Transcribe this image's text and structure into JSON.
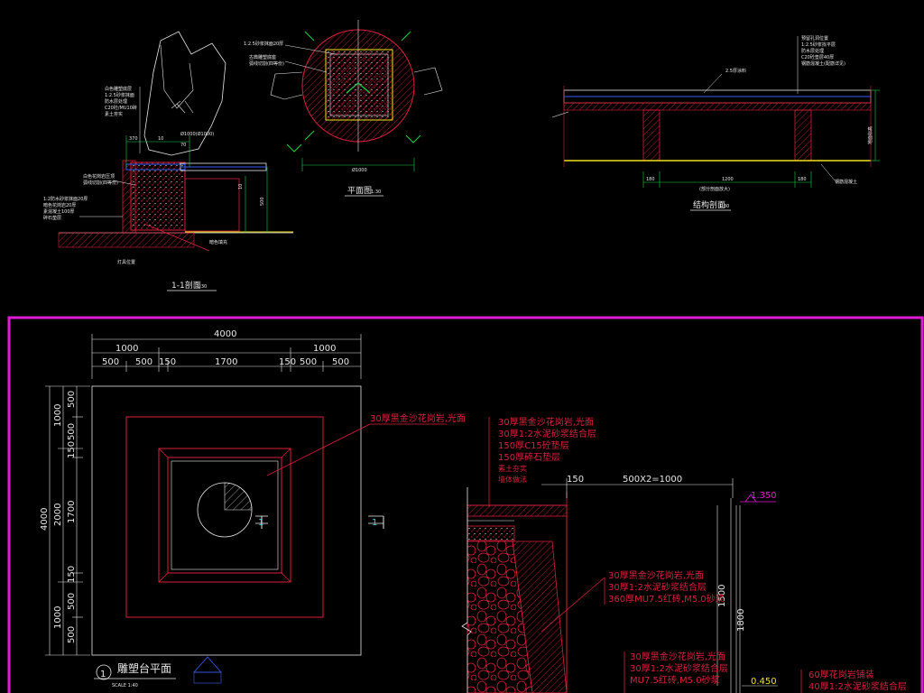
{
  "colors": {
    "background": "#000000",
    "frame": "#e01ad6",
    "red": "#d8203a",
    "white": "#e8e8e8",
    "green": "#19d24a",
    "yellow": "#f0e21e",
    "blue": "#3a5cf0",
    "magenta": "#e01ad6",
    "cyan": "#28d8d8",
    "orange": "#e07a2a"
  },
  "top_left": {
    "section_title": "1-1剖面",
    "section_scale": "1:30",
    "plan_title": "平面图",
    "plan_scale": "1:30",
    "notes_left": [
      "白色雕塑底层",
      "1:2.5砂浆抹面",
      "防水层处理",
      "C20砼/MU10砖",
      "素土夯实"
    ],
    "notes_mid": [
      "白色花岗岩压顶",
      "弧线切割(四等份)"
    ],
    "notes_base": [
      "1:2防水砂浆抹面20厚",
      "暗色花岗岩20厚",
      "素混凝土100厚",
      "碎石垫层"
    ],
    "dims_section": [
      "370",
      "10",
      "70",
      "Ø1000(Ø1000)",
      "10",
      "10",
      "500",
      "0.00"
    ],
    "plan_notes": [
      "1:2.5砂浆抹面20厚",
      "古典雕塑底座",
      "弧线切割(四等份)"
    ],
    "plan_dim": "Ø1000",
    "bottom_note": "暗色填充",
    "ground_note": "灯具位置"
  },
  "top_right": {
    "title": "结构剖面",
    "scale": "1:30",
    "subtitle": "(部分剖面放大)",
    "notes": [
      "预留孔洞位置",
      "1:2.5砂浆找平层",
      "防水层处理",
      "C20砼垫层40厚",
      "钢筋混凝土(配筋详见)"
    ],
    "dims": [
      "180",
      "1200",
      "180"
    ],
    "label_slab": "2.5厚涂料",
    "label_side": "地面标高",
    "label_base": "钢筋混凝土"
  },
  "plan": {
    "overall": "4000",
    "top_dims_row1": [
      "1000",
      "1000"
    ],
    "top_dims_row2": [
      "500",
      "500",
      "150",
      "1700",
      "150",
      "500",
      "500"
    ],
    "left_overall": "4000",
    "left_dims_row1": [
      "1000",
      "2000",
      "1000"
    ],
    "left_dims_row2": [
      "500",
      "500",
      "150",
      "1700",
      "150",
      "500",
      "500"
    ],
    "callout": "30厚黑金沙花岗岩,光面",
    "section_mark": "1",
    "title_num": "1",
    "title": "雕塑台平面",
    "scale": "SCALE 1:40"
  },
  "detail": {
    "notes_top": [
      "30厚黑金沙花岗岩,光面",
      "30厚1:2水泥砂浆结合层",
      "150厚C15砼垫层",
      "150厚碎石垫层",
      "素土夯实",
      "墙体做法"
    ],
    "dims_top": [
      "150",
      "500X2=1000"
    ],
    "elev_top": "1.350",
    "notes_mid": [
      "30厚黑金沙花岗岩,光面",
      "30厚1:2水泥砂浆结合层",
      "360厚MU7.5红砖,M5.0砂浆"
    ],
    "dims_vertical": [
      "1500",
      "1800"
    ],
    "notes_low": [
      "30厚黑金沙花岗岩,光面",
      "30厚1:2水泥砂浆结合层",
      "MU7.5红砖,M5.0砂浆"
    ],
    "elev_low": "0.450",
    "notes_right": [
      "60厚花岗岩铺装",
      "40厚1:2水泥砂浆结合层"
    ]
  }
}
